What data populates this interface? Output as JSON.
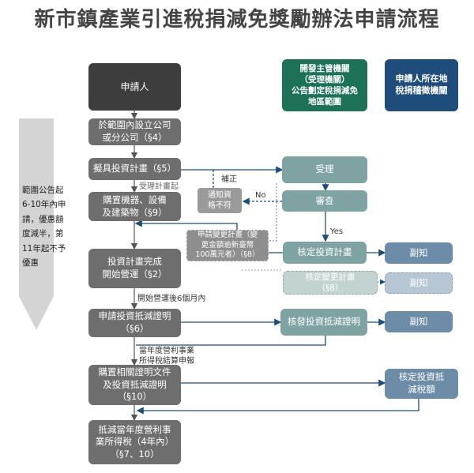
{
  "title": "新市鎮產業引進稅捐減免獎勵辦法申請流程",
  "headers": {
    "applicant": "申請人",
    "authority": "開發主管機關\n（受理機關）\n公告劃定稅捐減免\n地區範圍",
    "tax_agency": "申請人所在地\n稅捐稽徵機關"
  },
  "sidebar": "範圍公告起\n6-10年內申\n請，優惠額\n度減半，第\n11年起不予\n優惠",
  "steps": {
    "s1": "於範圍內設立公司\n或分公司（§4）",
    "s2": "擬具投資計畫（§5）",
    "s3": "購置機器、設備\n及建築物（§9）",
    "s4": "投資計畫完成\n開始營運（§2）",
    "s5": "申請投資抵減證明\n（§6）",
    "s6": "購置相關證明文件\n及投資抵減證明\n（§10）",
    "s7": "抵減當年度營利事\n業所得稅（4年內）\n（§7、10）"
  },
  "authority_steps": {
    "accept": "受理",
    "review": "審查",
    "approve_plan": "核定投資計畫",
    "approve_change": "核定變更計畫\n（§8）",
    "issue_cert": "核發投資抵減證明"
  },
  "copies": {
    "c1": "副知",
    "c2": "副知",
    "c3": "副知"
  },
  "tax_step": "核定投資抵\n減稅額",
  "notices": {
    "reject": "通知資\n格不符",
    "change": "申請變更計畫（變\n更金額逾新臺幣\n100萬元者）（§8）"
  },
  "labels": {
    "correct": "補正",
    "no": "No",
    "yes": "Yes",
    "plan_start": "受理計畫起",
    "six_months": "開始營運後6個月內",
    "annual_tax": "當年度營利事業\n所得稅結算申報"
  },
  "colors": {
    "dark": "#3d3d3d",
    "gray": "#6e6e6e",
    "teal": "#7ea3a2",
    "green": "#1c7157",
    "navy": "#1f4d7b",
    "slate": "#6d8ca8"
  }
}
